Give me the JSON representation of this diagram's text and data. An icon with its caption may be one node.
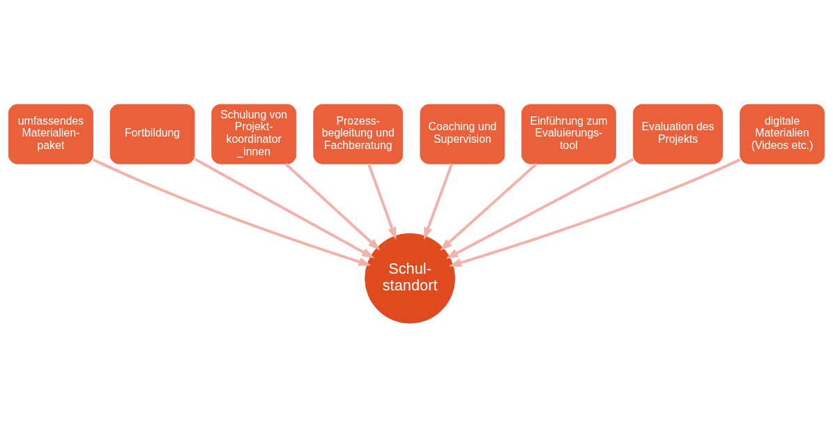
{
  "diagram": {
    "nodes": [
      {
        "text": [
          "Prozess- begleitung und Fachberatung"
        ]
      },
      {
        "text": [
          "Coaching und Supervision"
        ]
      },
      {
        "text": [
          "Schulung von Projekt- koordinator _innen"
        ]
      },
      {
        "text": [
          "Einführung zum Evaluierungs- tool"
        ]
      },
      {
        "text": [
          "Fortbildung"
        ]
      },
      {
        "text": [
          "Evaluation des Projekts"
        ]
      },
      {
        "text": [
          "umfassendes Materialien- paket"
        ]
      },
      {
        "text": [
          "digitale Materialien (Videos etc.)"
        ]
      },
      {
        "text": [
          "Schul- standort"
        ]
      }
    ],
    "edges": [
      {
        "from": 6,
        "to": 8,
        "arrow": "to"
      },
      {
        "from": 4,
        "to": 8,
        "arrow": "to"
      },
      {
        "from": 2,
        "to": 8,
        "arrow": "to"
      },
      {
        "from": 0,
        "to": 8,
        "arrow": "to"
      },
      {
        "from": 1,
        "to": 8,
        "arrow": "to"
      },
      {
        "from": 3,
        "to": 8,
        "arrow": "to"
      },
      {
        "from": 5,
        "to": 8,
        "arrow": "to"
      },
      {
        "from": 7,
        "to": 8,
        "arrow": "to"
      }
    ]
  }
}
